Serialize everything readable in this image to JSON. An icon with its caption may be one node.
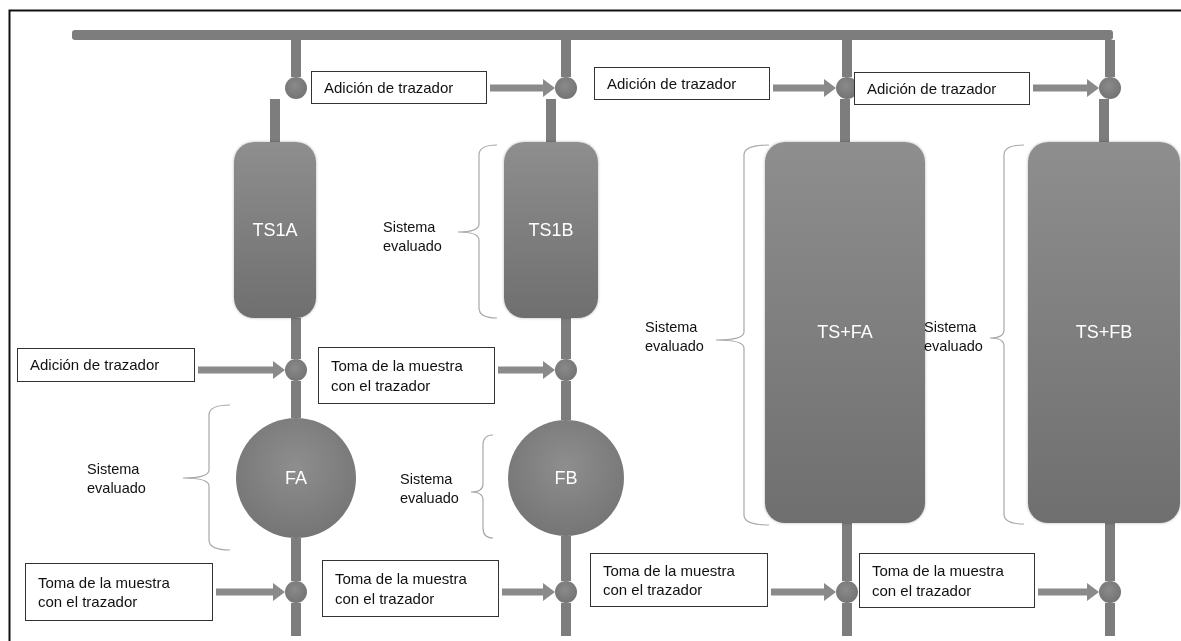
{
  "diagram": {
    "nodes": [
      {
        "text": [],
        "shape": "bar"
      },
      {
        "text": [],
        "shape": "circle"
      },
      {
        "text": [
          "Adición de trazador"
        ]
      },
      {
        "text": [],
        "shape": "circle"
      },
      {
        "text": [
          "Adición de trazador"
        ]
      },
      {
        "text": [],
        "shape": "circle"
      },
      {
        "text": [
          "Adición de trazador"
        ]
      },
      {
        "text": [],
        "shape": "circle"
      },
      {
        "text": [
          "TS1A"
        ]
      },
      {
        "text": [
          "TS1B"
        ]
      },
      {
        "text": [
          "TS+FA"
        ]
      },
      {
        "text": [
          "TS+FB"
        ]
      },
      {
        "text": [
          "Adición de trazador"
        ]
      },
      {
        "text": [],
        "shape": "circle"
      },
      {
        "text": [
          "Toma de la muestra con el trazador"
        ]
      },
      {
        "text": [],
        "shape": "circle"
      },
      {
        "text": [
          "FA"
        ]
      },
      {
        "text": [
          "FB"
        ]
      },
      {
        "text": [
          "Toma de la muestra con el trazador"
        ]
      },
      {
        "text": [],
        "shape": "circle"
      },
      {
        "text": [
          "Toma de la muestra con el trazador"
        ]
      },
      {
        "text": [],
        "shape": "circle"
      },
      {
        "text": [
          "Toma de la muestra con el trazador"
        ]
      },
      {
        "text": [],
        "shape": "circle"
      },
      {
        "text": [
          "Toma de la muestra con el trazador"
        ]
      },
      {
        "text": [],
        "shape": "circle"
      }
    ],
    "edges": [
      {
        "from": 0,
        "to": 1,
        "arrow": "none"
      },
      {
        "from": 1,
        "to": 8,
        "arrow": "none"
      },
      {
        "from": 8,
        "to": 13,
        "arrow": "none"
      },
      {
        "from": 13,
        "to": 16,
        "arrow": "none"
      },
      {
        "from": 16,
        "to": 19,
        "arrow": "none"
      },
      {
        "from": 19,
        "to": null,
        "arrow": "none"
      },
      {
        "from": 0,
        "to": 3,
        "arrow": "none"
      },
      {
        "from": 3,
        "to": 9,
        "arrow": "none"
      },
      {
        "from": 9,
        "to": 15,
        "arrow": "none"
      },
      {
        "from": 15,
        "to": 17,
        "arrow": "none"
      },
      {
        "from": 17,
        "to": 21,
        "arrow": "none"
      },
      {
        "from": 21,
        "to": null,
        "arrow": "none"
      },
      {
        "from": 0,
        "to": 5,
        "arrow": "none"
      },
      {
        "from": 5,
        "to": 10,
        "arrow": "none"
      },
      {
        "from": 10,
        "to": 23,
        "arrow": "none"
      },
      {
        "from": 23,
        "to": null,
        "arrow": "none"
      },
      {
        "from": 0,
        "to": 7,
        "arrow": "none"
      },
      {
        "from": 7,
        "to": 11,
        "arrow": "none"
      },
      {
        "from": 11,
        "to": 25,
        "arrow": "none"
      },
      {
        "from": 25,
        "to": null,
        "arrow": "none"
      },
      {
        "from": 2,
        "to": 3,
        "arrow": "to"
      },
      {
        "from": 4,
        "to": 5,
        "arrow": "to"
      },
      {
        "from": 6,
        "to": 7,
        "arrow": "to"
      },
      {
        "from": 12,
        "to": 13,
        "arrow": "to"
      },
      {
        "from": 14,
        "to": 15,
        "arrow": "to"
      },
      {
        "from": 18,
        "to": 19,
        "arrow": "to"
      },
      {
        "from": 20,
        "to": 21,
        "arrow": "to"
      },
      {
        "from": 22,
        "to": 23,
        "arrow": "to"
      },
      {
        "from": 24,
        "to": 25,
        "arrow": "to"
      }
    ],
    "labels": [
      "Sistema evaluado",
      "Sistema evaluado",
      "Sistema evaluado",
      "Sistema evaluado",
      "Sistema evaluado"
    ]
  }
}
